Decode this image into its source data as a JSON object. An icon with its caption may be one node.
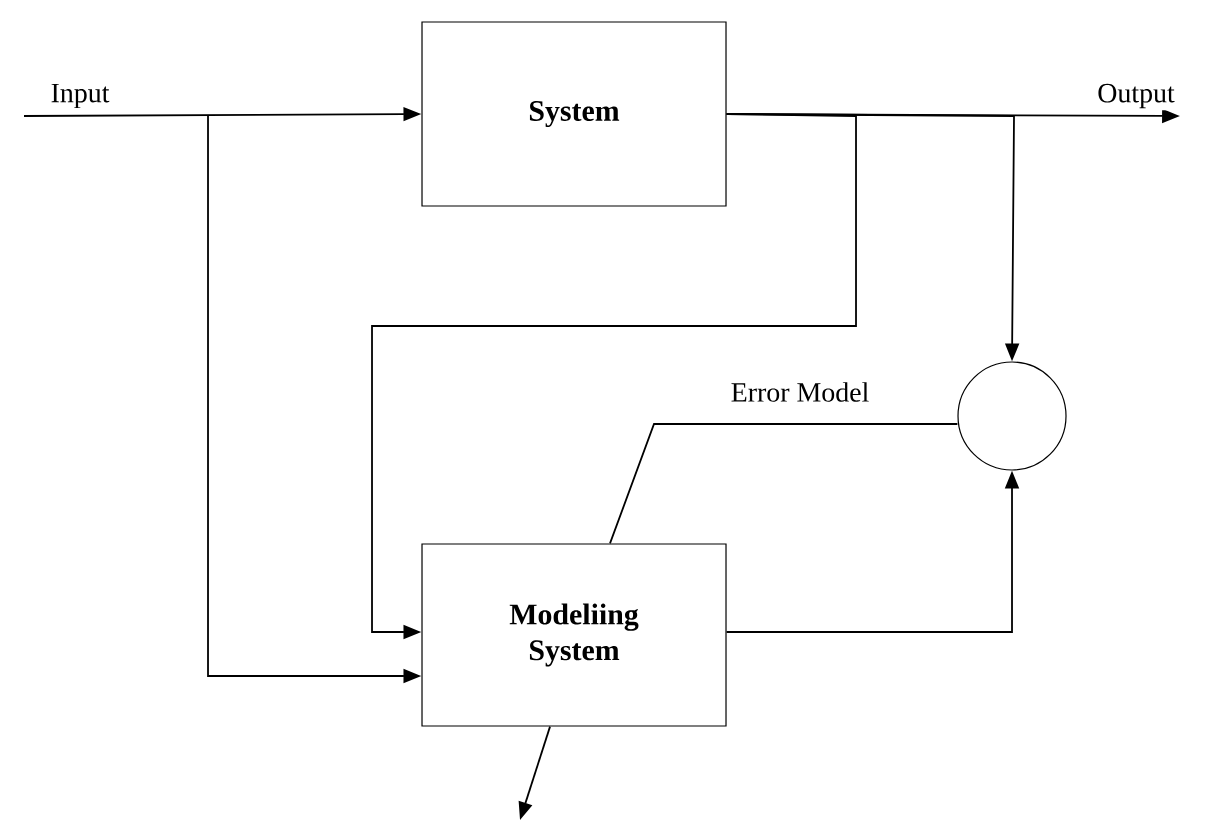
{
  "diagram": {
    "nodes": [
      {
        "text": [
          "System"
        ]
      },
      {
        "text": [
          "Modeliing System"
        ]
      },
      {
        "text": [],
        "shape": "circle"
      }
    ],
    "edges": [
      {
        "from": null,
        "to": 0,
        "arrow": "to",
        "label": "Input"
      },
      {
        "from": null,
        "to": 1,
        "arrow": "to"
      },
      {
        "from": 0,
        "to": null,
        "arrow": "to",
        "label": "Output"
      },
      {
        "from": 0,
        "to": 1,
        "arrow": "to"
      },
      {
        "from": 0,
        "to": 2,
        "arrow": "to"
      },
      {
        "from": 1,
        "to": 2,
        "arrow": "to"
      },
      {
        "from": 1,
        "to": 2,
        "arrow": "none",
        "label": "Error Model"
      },
      {
        "from": 1,
        "to": null,
        "arrow": "to"
      }
    ]
  }
}
